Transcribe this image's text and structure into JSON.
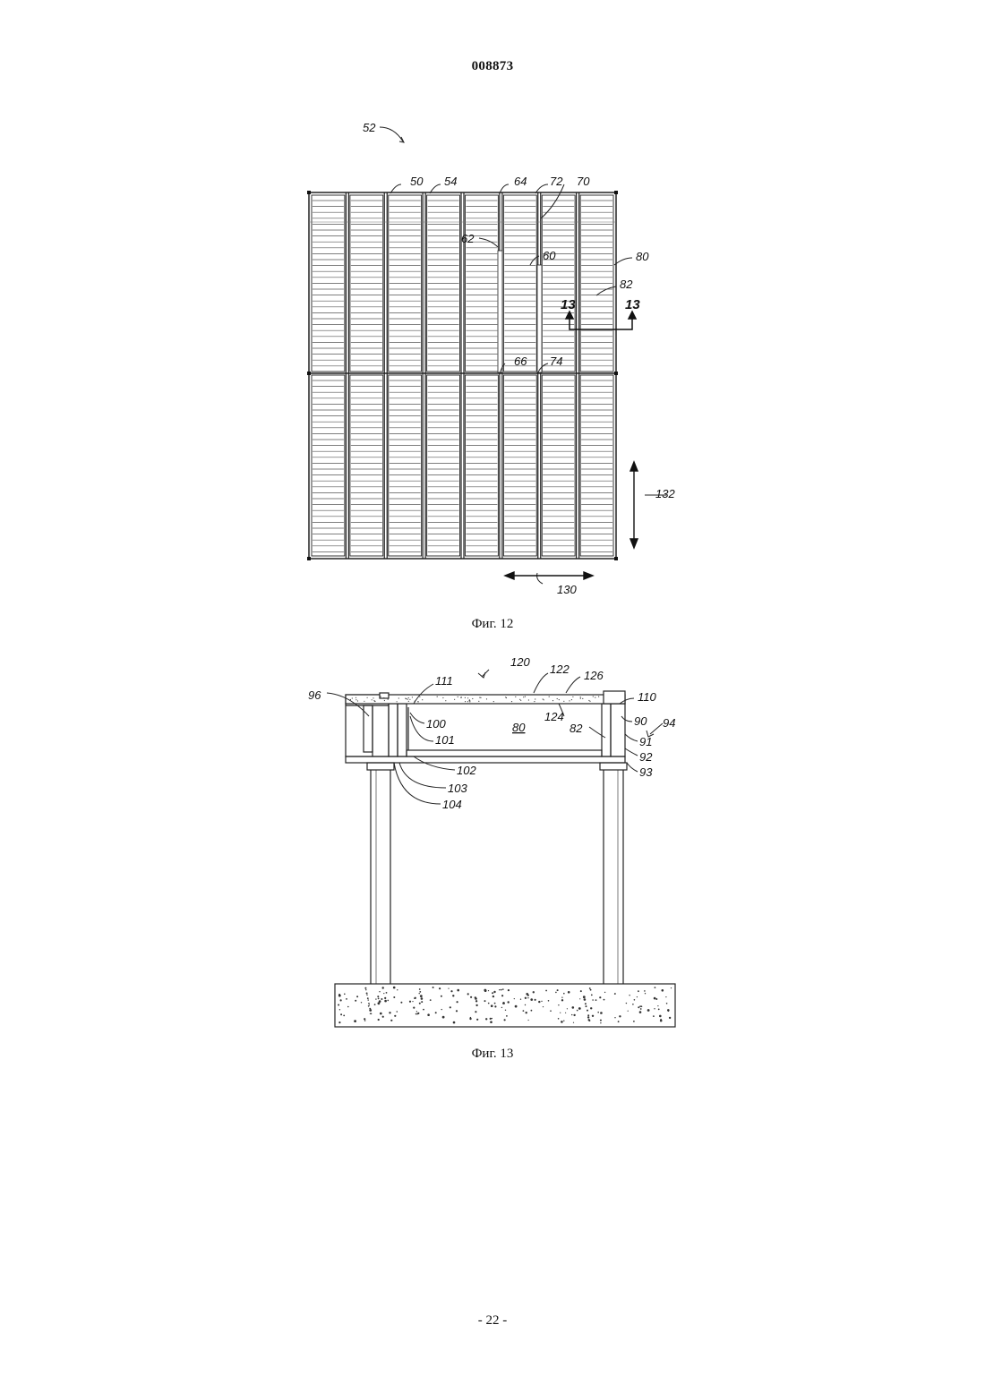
{
  "header": {
    "doc_number": "008873"
  },
  "fig12": {
    "caption": "Фиг. 12",
    "labels": {
      "l52": "52",
      "l50": "50",
      "l54": "54",
      "l64": "64",
      "l72": "72",
      "l70": "70",
      "l62": "62",
      "l60": "60",
      "l80": "80",
      "l82": "82",
      "l13a": "13",
      "l13b": "13",
      "l66": "66",
      "l74": "74",
      "l132": "132",
      "l130": "130"
    }
  },
  "fig13": {
    "caption": "Фиг. 13",
    "labels": {
      "l120": "120",
      "l122": "122",
      "l126": "126",
      "l111": "111",
      "l110": "110",
      "l96": "96",
      "l100": "100",
      "l101": "101",
      "l80": "80",
      "l124": "124",
      "l82": "82",
      "l90": "90",
      "l94": "94",
      "l91": "91",
      "l92": "92",
      "l93": "93",
      "l102": "102",
      "l103": "103",
      "l104": "104"
    }
  },
  "footer": {
    "page": "- 22 -"
  }
}
